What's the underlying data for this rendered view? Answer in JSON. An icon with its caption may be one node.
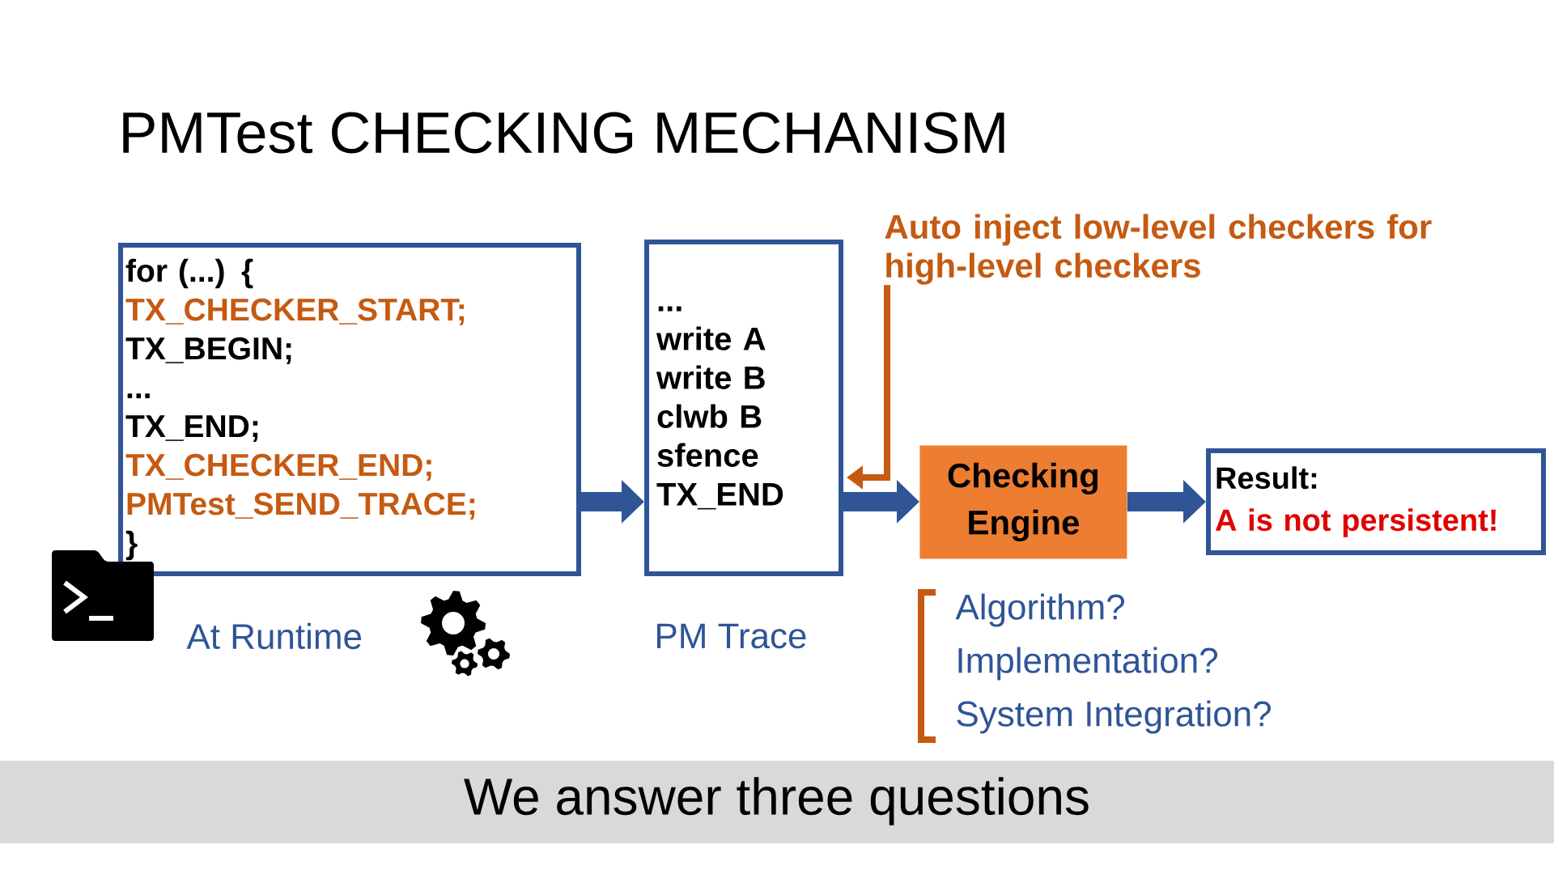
{
  "diagram": {
    "title": "PMTest CHECKING MECHANISM",
    "nodes": [
      {
        "text": [
          "for (...) {",
          "TX_CHECKER_START;",
          "TX_BEGIN;",
          "...",
          "TX_END;",
          "TX_CHECKER_END;",
          "PMTest_SEND_TRACE;",
          "}"
        ],
        "beside": [
          "At Runtime"
        ]
      },
      {
        "text": [
          "...",
          "write A",
          "write B",
          "clwb B",
          "sfence",
          "TX_END"
        ],
        "beside": [
          "PM Trace"
        ]
      },
      {
        "text": [
          "Auto inject low-level checkers for high-level checkers"
        ]
      },
      {
        "text": [
          "Checking Engine"
        ]
      },
      {
        "text": [
          "Result:",
          "A is not persistent!"
        ]
      }
    ],
    "edges": [
      {
        "from": 0,
        "to": 1,
        "arrow": "to"
      },
      {
        "from": 1,
        "to": 3,
        "arrow": "to"
      },
      {
        "from": 3,
        "to": 4,
        "arrow": "to"
      },
      {
        "from": 2,
        "to": 1,
        "arrow": "to",
        "color": "#c55a11"
      }
    ],
    "labels": [
      "Algorithm?",
      "Implementation?",
      "System Integration?",
      "We answer three questions"
    ]
  }
}
